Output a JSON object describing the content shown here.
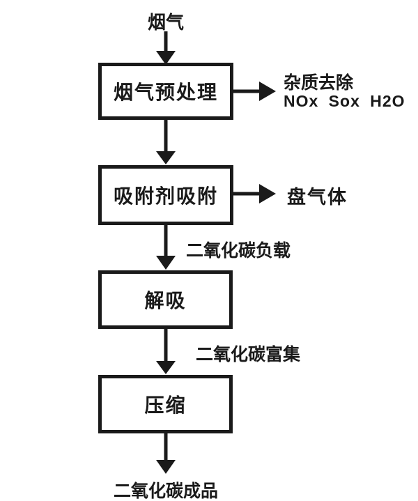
{
  "diagram": {
    "flow_input": "烟气",
    "boxes": {
      "pretreatment": "烟气预处理",
      "adsorption": "吸附剂吸附",
      "desorption": "解吸",
      "compression": "压缩"
    },
    "branches": {
      "impurity_removal_line1": "杂质去除",
      "impurity_removal_line2": "NOx Sox H2O",
      "tail_gas": "盘气体"
    },
    "edge_labels": {
      "co2_loaded": "二氧化碳负载",
      "co2_enriched": "二氧化碳富集"
    },
    "flow_output": "二氧化碳成品",
    "colors": {
      "ink": "#1a1a1a",
      "background": "#ffffff"
    }
  }
}
